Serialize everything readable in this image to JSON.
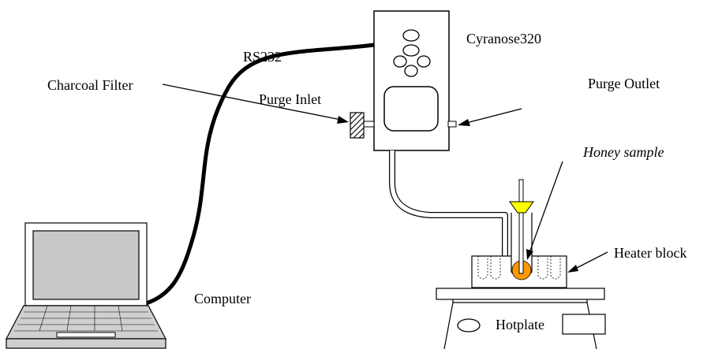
{
  "labels": {
    "rs232": "RS232",
    "device": "Cyranose320",
    "purge_outlet": "Purge Outlet",
    "purge_inlet": "Purge Inlet",
    "charcoal_filter": "Charcoal Filter",
    "honey_sample": "Honey sample",
    "heater_block": "Heater block",
    "computer": "Computer",
    "hotplate": "Hotplate"
  },
  "colors": {
    "stroke": "#000000",
    "laptop_screen": "#c8c8c8",
    "laptop_body": "#d0d0d0",
    "funnel": "#ffff00",
    "sample": "#ff9900"
  }
}
